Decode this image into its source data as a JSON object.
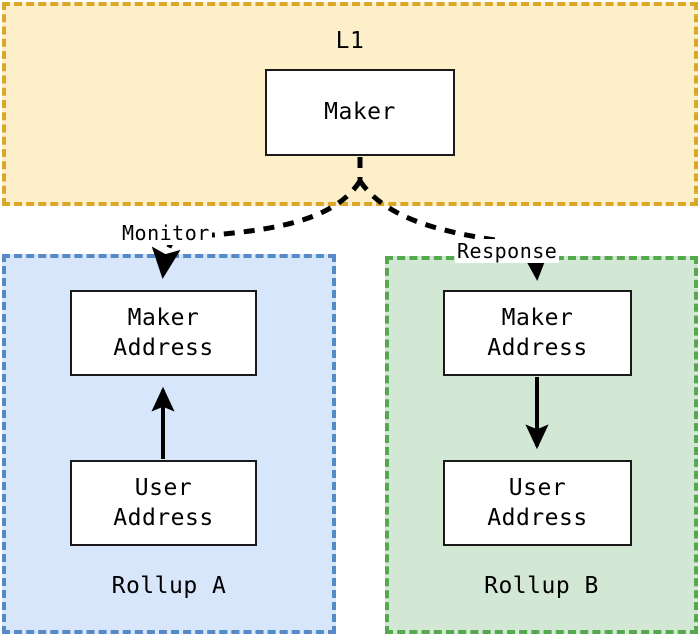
{
  "diagram": {
    "title_present": false,
    "groups": [
      {
        "id": "l1",
        "label": "L1",
        "fill": "#fcefc9",
        "stroke": "#dba728"
      },
      {
        "id": "rollup_a",
        "label": "Rollup A",
        "fill": "#d8e6fb",
        "stroke": "#5589c7"
      },
      {
        "id": "rollup_b",
        "label": "Rollup B",
        "fill": "#d2e8d4",
        "stroke": "#55a84d"
      }
    ],
    "nodes": {
      "maker_l1": "Maker",
      "maker_address_a": "Maker\nAddress",
      "user_address_a": "User\nAddress",
      "maker_address_b": "Maker\nAddress",
      "user_address_b": "User\nAddress"
    },
    "edges": [
      {
        "id": "monitor",
        "label": "Monitor",
        "from": "maker_l1",
        "to": "maker_address_a",
        "style": "dashed",
        "arrow": "filled",
        "color": "#000000"
      },
      {
        "id": "response",
        "label": "Response",
        "from": "maker_l1",
        "to": "maker_address_b",
        "style": "dashed",
        "arrow": "filled",
        "color": "#000000"
      },
      {
        "id": "user_to_maker_a",
        "label": "",
        "from": "user_address_a",
        "to": "maker_address_a",
        "style": "solid",
        "arrow": "filled",
        "color": "#000000"
      },
      {
        "id": "maker_to_user_b",
        "label": "",
        "from": "maker_address_b",
        "to": "user_address_b",
        "style": "solid",
        "arrow": "filled",
        "color": "#000000"
      }
    ],
    "node_box": {
      "fill": "#ffffff",
      "stroke": "#1a1a1a"
    }
  }
}
